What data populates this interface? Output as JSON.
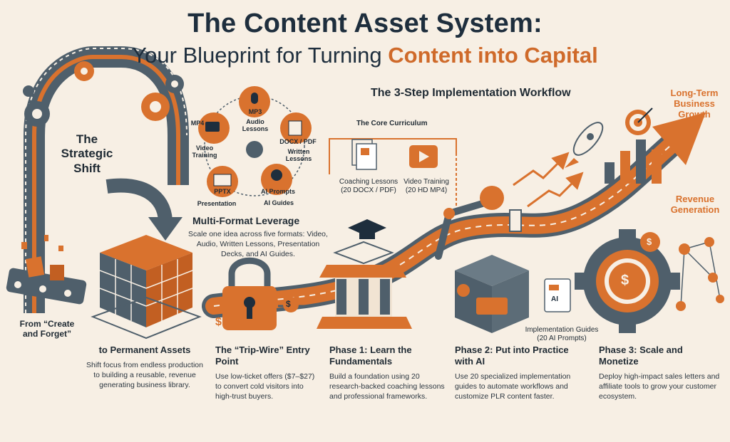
{
  "title": {
    "line1": "The Content Asset System:",
    "line2_prefix": "Your Blueprint for Turning ",
    "line2_highlight": "Content into Capital"
  },
  "workflow_title": "The 3-Step Implementation Workflow",
  "top_right": {
    "long_term": "Long-Term Business Growth",
    "revenue": "Revenue Generation"
  },
  "strategic_shift": "The Strategic Shift",
  "formats": {
    "mp3": "MP3",
    "audio": "Audio Lessons",
    "mp4": "MP4",
    "video": "Video Training",
    "docx": "DOCX / PDF",
    "written": "Written Lessons",
    "pptx": "PPTX",
    "presentation": "Presentation",
    "ai_prompts": "AI Prompts",
    "ai_guides": "AI Guides"
  },
  "multi_format": {
    "heading": "Multi-Format Leverage",
    "desc": "Scale one idea across five formats: Video, Audio, Written Lessons, Presentation Decks, and AI Guides."
  },
  "core_curriculum": {
    "label": "The Core Curriculum",
    "coaching": "Coaching Lessons (20 DOCX / PDF)",
    "video": "Video Training (20 HD MP4)"
  },
  "ai_doc_label": "AI",
  "implementation_guides": "Implementation Guides (20 AI Prompts)",
  "from_create": "From “Create and Forget”",
  "columns": [
    {
      "heading": "to Permanent Assets",
      "desc": "Shift focus from endless production to building a reusable, revenue generating business library."
    },
    {
      "heading": "The “Trip-Wire” Entry Point",
      "desc": "Use low-ticket offers ($7–$27) to convert cold visitors into high-trust buyers."
    },
    {
      "heading": "Phase 1: Learn the Fundamentals",
      "desc": "Build a foundation using 20 research-backed coaching lessons and professional frameworks."
    },
    {
      "heading": "Phase 2: Put into Practice with AI",
      "desc": "Use 20 specialized implementation guides to automate workflows and customize PLR content faster."
    },
    {
      "heading": "Phase 3: Scale and Monetize",
      "desc": "Deploy high-impact sales letters and affiliate tools to grow your customer ecosystem."
    }
  ],
  "symbols": {
    "dollar": "$"
  },
  "colors": {
    "orange": "#d9722e",
    "navy": "#1e2e3d",
    "slate": "#4f5f6b",
    "background": "#f7efe4"
  }
}
